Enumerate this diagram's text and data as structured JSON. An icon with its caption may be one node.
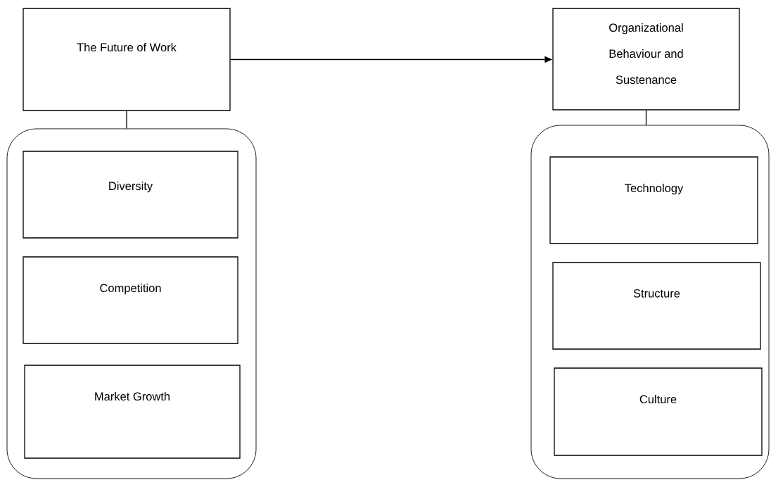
{
  "diagram": {
    "nodes": [
      {
        "text": [
          "The Future of Work"
        ]
      },
      {
        "text": [],
        "shape": "box"
      },
      {
        "text": [
          "Diversity"
        ],
        "in": 1
      },
      {
        "text": [
          "Competition"
        ],
        "in": 1
      },
      {
        "text": [
          "Market Growth"
        ],
        "in": 1
      },
      {
        "text": [
          "Organizational Behaviour and Sustenance"
        ]
      },
      {
        "text": [],
        "shape": "box"
      },
      {
        "text": [
          "Technology"
        ],
        "in": 6
      },
      {
        "text": [
          "Structure"
        ],
        "in": 6
      },
      {
        "text": [
          "Culture"
        ],
        "in": 6
      }
    ],
    "edges": [
      {
        "from": 0,
        "to": 5,
        "arrow": "to"
      },
      {
        "from": 0,
        "to": 1,
        "arrow": "none"
      },
      {
        "from": 5,
        "to": 6,
        "arrow": "none"
      }
    ]
  }
}
